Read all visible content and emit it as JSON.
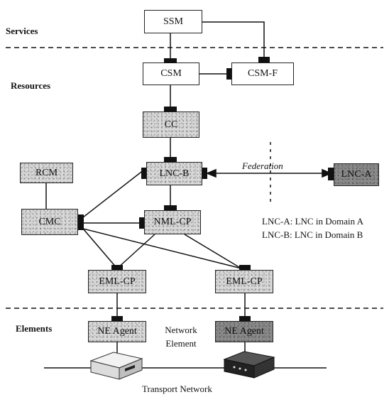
{
  "sections": {
    "services": "Services",
    "resources": "Resources",
    "elements": "Elements"
  },
  "nodes": {
    "ssm": "SSM",
    "csm": "CSM",
    "csm_f": "CSM-F",
    "cc": "CC",
    "lnc_b": "LNC-B",
    "lnc_a": "LNC-A",
    "rcm": "RCM",
    "cmc": "CMC",
    "nml_cp": "NML-CP",
    "eml_cp_1": "EML-CP",
    "eml_cp_2": "EML-CP",
    "ne_agent_1": "NE Agent",
    "ne_agent_2": "NE Agent"
  },
  "annotations": {
    "federation": "Federation",
    "legend_a": "LNC-A: LNC in Domain A",
    "legend_b": "LNC-B: LNC in Domain B",
    "network_element_line1": "Network",
    "network_element_line2": "Element",
    "transport_network": "Transport Network"
  }
}
